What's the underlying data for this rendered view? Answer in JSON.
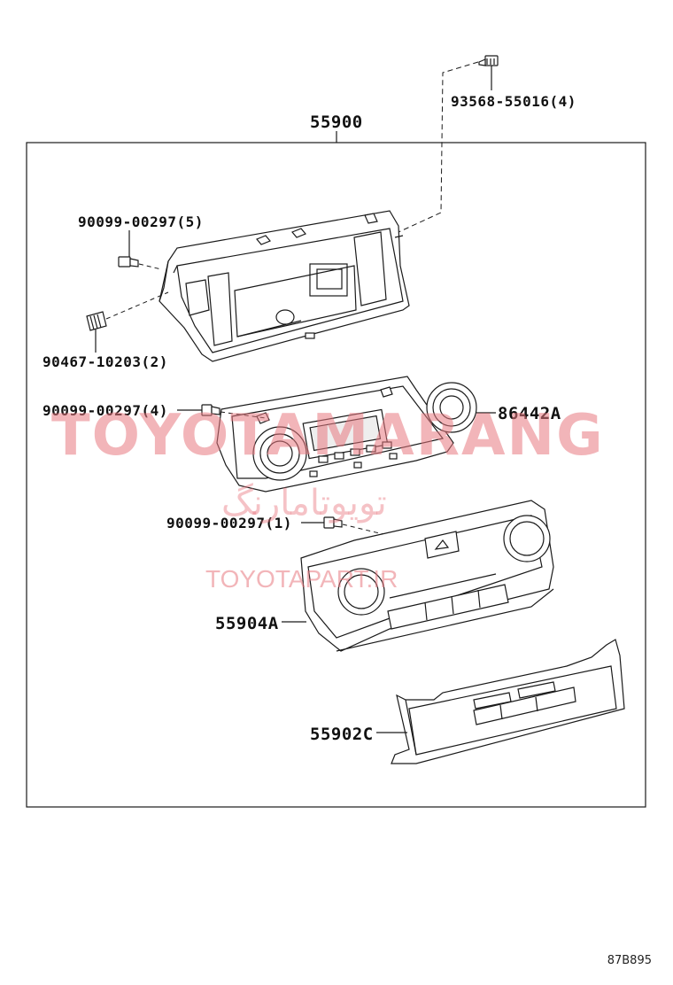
{
  "labels": {
    "assembly": "55900",
    "bolt_top": "93568-55016(4)",
    "screw_a": "90099-00297(5)",
    "screw_b": "90467-10203(2)",
    "screw_c": "90099-00297(4)",
    "knob": "86442A",
    "screw_d": "90099-00297(1)",
    "panel": "55904A",
    "plate": "55902C"
  },
  "watermark": {
    "main": "TOYOTAMARANG",
    "persian": "تویوتامارنگ",
    "url": "TOYOTAPART.IR"
  },
  "drawing_code": "87B895",
  "colors": {
    "line": "#1a1a1a",
    "watermark": "#e87880"
  }
}
